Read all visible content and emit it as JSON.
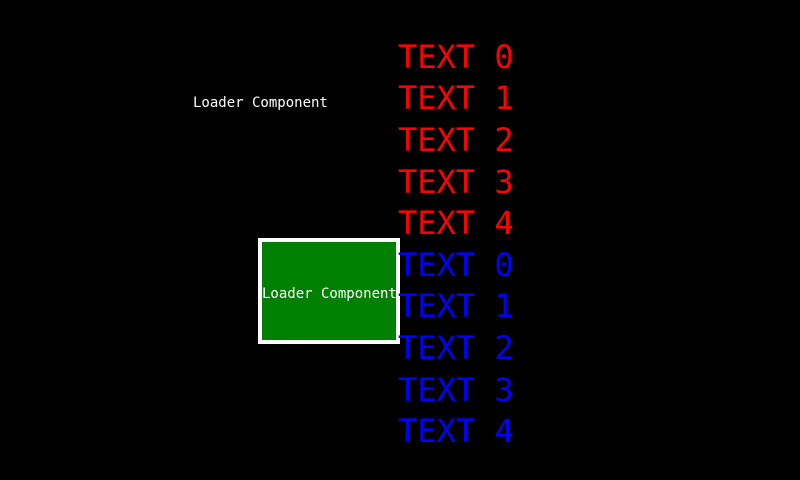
{
  "background_color": "#000000",
  "standalone_label": {
    "text": "Loader Component",
    "color": "#FFFFFF"
  },
  "loader_box": {
    "label": "Loader Component",
    "fill_color": "#008000",
    "border_color": "#FFFFFF",
    "text_color": "#FFFFFF"
  },
  "text_list": {
    "items": [
      {
        "label": "TEXT 0",
        "color": "#FF0000"
      },
      {
        "label": "TEXT 1",
        "color": "#FF0000"
      },
      {
        "label": "TEXT 2",
        "color": "#FF0000"
      },
      {
        "label": "TEXT 3",
        "color": "#FF0000"
      },
      {
        "label": "TEXT 4",
        "color": "#FF0000"
      },
      {
        "label": "TEXT 0",
        "color": "#0000FF"
      },
      {
        "label": "TEXT 1",
        "color": "#0000FF"
      },
      {
        "label": "TEXT 2",
        "color": "#0000FF"
      },
      {
        "label": "TEXT 3",
        "color": "#0000FF"
      },
      {
        "label": "TEXT 4",
        "color": "#0000FF"
      }
    ]
  }
}
